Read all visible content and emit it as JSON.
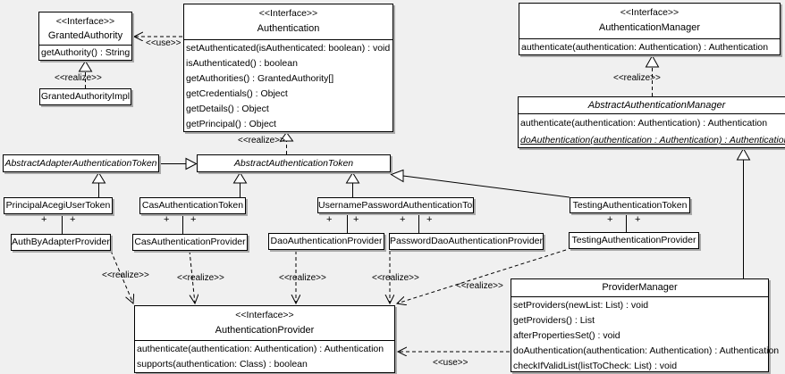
{
  "diagram": {
    "kind": "uml-class-diagram",
    "background": "#f0f0f0",
    "box_fill": "#ffffff",
    "line_color": "#000000",
    "shadow_color": "#a9a9a9"
  },
  "labels": {
    "use": "<<use>>",
    "realize": "<<realize>>",
    "plus": "+"
  },
  "classes": {
    "granted_authority": {
      "stereotype": "<<Interface>>",
      "name": "GrantedAuthority",
      "methods": [
        "getAuthority() : String"
      ]
    },
    "granted_authority_impl": {
      "name": "GrantedAuthorityImpl"
    },
    "authentication": {
      "stereotype": "<<Interface>>",
      "name": "Authentication",
      "methods": [
        "setAuthenticated(isAuthenticated: boolean) : void",
        "isAuthenticated() : boolean",
        "getAuthorities() : GrantedAuthority[]",
        "getCredentials() : Object",
        "getDetails() : Object",
        "getPrincipal() : Object"
      ]
    },
    "authentication_manager": {
      "stereotype": "<<Interface>>",
      "name": "AuthenticationManager",
      "methods": [
        "authenticate(authentication: Authentication) : Authentication"
      ]
    },
    "abstract_authentication_manager": {
      "name": "AbstractAuthenticationManager",
      "methods": [
        "authenticate(authentication: Authentication) : Authentication",
        "doAuthentication(authentication : Authentication) : Authentication"
      ]
    },
    "abstract_adapter_authentication_token": {
      "name": "AbstractAdapterAuthenticationToken"
    },
    "abstract_authentication_token": {
      "name": "AbstractAuthenticationToken"
    },
    "principal_acegi_user_token": {
      "name": "PrincipalAcegiUserToken"
    },
    "cas_authentication_token": {
      "name": "CasAuthenticationToken"
    },
    "username_password_authentication_token": {
      "name": "UsernamePasswordAuthenticationToken"
    },
    "testing_authentication_token": {
      "name": "TestingAuthenticationToken"
    },
    "auth_by_adapter_provider": {
      "name": "AuthByAdapterProvider"
    },
    "cas_authentication_provider": {
      "name": "CasAuthenticationProvider"
    },
    "dao_authentication_provider": {
      "name": "DaoAuthenticationProvider"
    },
    "password_dao_authentication_provider": {
      "name": "PasswordDaoAuthenticationProvider"
    },
    "testing_authentication_provider": {
      "name": "TestingAuthenticationProvider"
    },
    "authentication_provider": {
      "stereotype": "<<Interface>>",
      "name": "AuthenticationProvider",
      "methods": [
        "authenticate(authentication: Authentication) : Authentication",
        "supports(authentication: Class) : boolean"
      ]
    },
    "provider_manager": {
      "name": "ProviderManager",
      "methods": [
        "setProviders(newList: List) : void",
        "getProviders() : List",
        "afterPropertiesSet() : void",
        "doAuthentication(authentication: Authentication) : Authentication",
        "checkIfValidList(listToCheck: List) : void"
      ]
    }
  }
}
